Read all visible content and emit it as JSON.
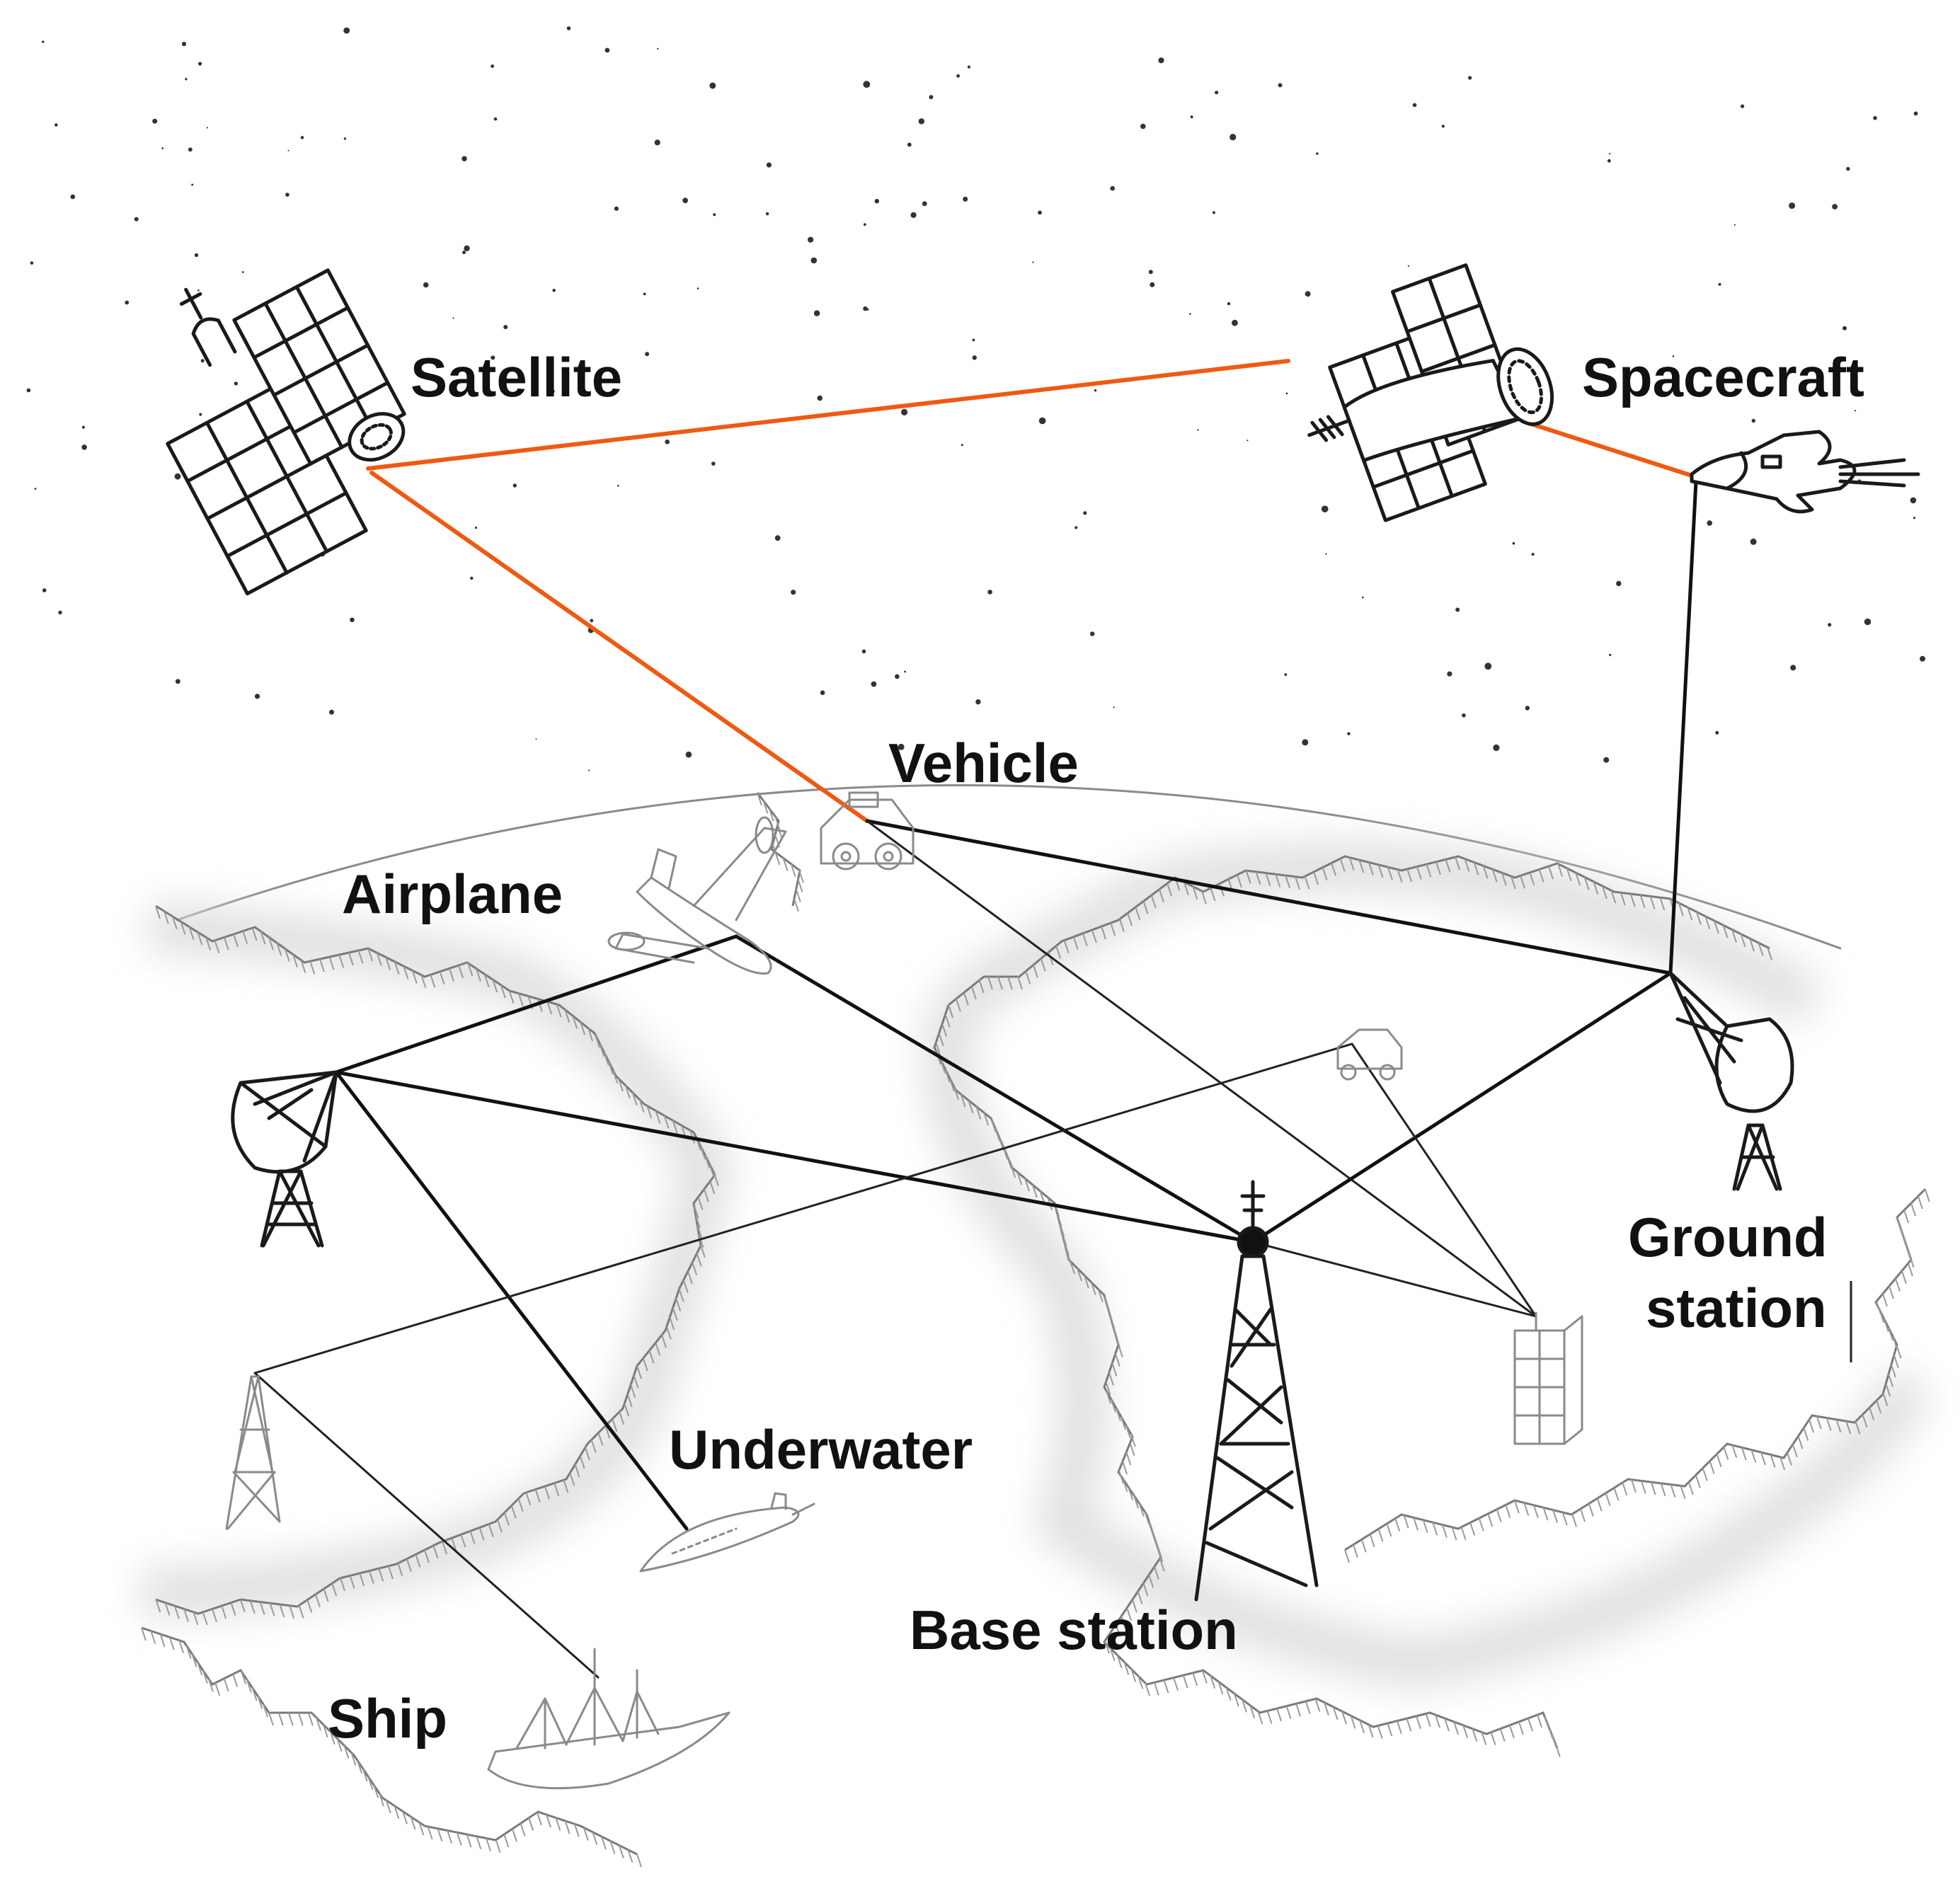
{
  "labels": {
    "satellite": "Satellite",
    "spacecraft": "Spacecraft",
    "vehicle": "Vehicle",
    "airplane": "Airplane",
    "ground_station_line1": "Ground",
    "ground_station_line2": "station",
    "underwater": "Underwater",
    "base_station": "Base station",
    "ship": "Ship"
  },
  "colors": {
    "space_link": "#ee5a12",
    "terrestrial_link": "#111111"
  },
  "icons": [
    "satellite-icon",
    "spacecraft-icon",
    "relay-satellite-icon",
    "vehicle-icon",
    "airplane-icon",
    "dish-antenna-icon",
    "ground-station-icon",
    "base-station-tower-icon",
    "car-icon",
    "building-icon",
    "small-tower-icon",
    "submarine-icon",
    "ship-icon"
  ]
}
